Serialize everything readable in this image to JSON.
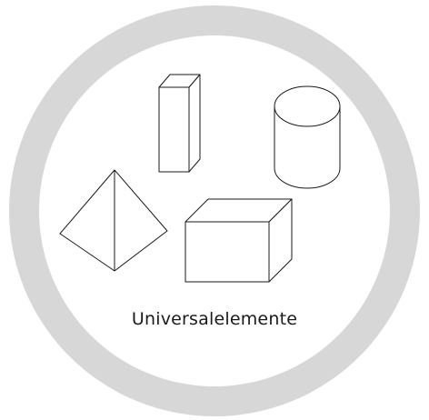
{
  "icon": {
    "label": "Universalelemente",
    "ring_color": "#d7d7d7",
    "inner_color": "#ffffff",
    "line_color": "#1a1a1a",
    "shapes": [
      "cuboid-prism",
      "cylinder",
      "pyramid",
      "cube"
    ]
  }
}
